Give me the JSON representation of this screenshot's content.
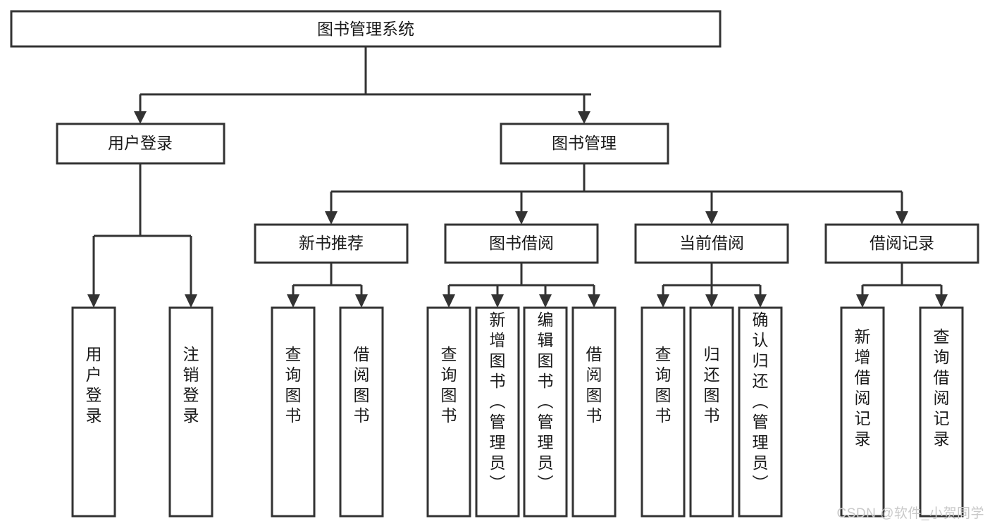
{
  "diagram": {
    "type": "tree-hierarchy-chart",
    "title": "图书管理系统",
    "watermark": "CSDN @软件_小贺同学",
    "colors": {
      "box_fill": "#ffffff",
      "box_stroke": "#333333",
      "text": "#1a1a1a",
      "background": "#ffffff",
      "watermark": "#c9c9c9"
    },
    "root": {
      "label": "图书管理系统",
      "orientation": "horizontal"
    },
    "level2": [
      {
        "label": "用户登录",
        "orientation": "horizontal"
      },
      {
        "label": "图书管理",
        "orientation": "horizontal"
      }
    ],
    "level3": [
      {
        "label": "新书推荐",
        "orientation": "horizontal",
        "parent": "图书管理"
      },
      {
        "label": "图书借阅",
        "orientation": "horizontal",
        "parent": "图书管理"
      },
      {
        "label": "当前借阅",
        "orientation": "horizontal",
        "parent": "图书管理"
      },
      {
        "label": "借阅记录",
        "orientation": "horizontal",
        "parent": "图书管理"
      }
    ],
    "leaves": {
      "用户登录": [
        {
          "label": "用户登录",
          "orientation": "vertical"
        },
        {
          "label": "注销登录",
          "orientation": "vertical"
        }
      ],
      "新书推荐": [
        {
          "label": "查询图书",
          "orientation": "vertical"
        },
        {
          "label": "借阅图书",
          "orientation": "vertical"
        }
      ],
      "图书借阅": [
        {
          "label": "查询图书",
          "orientation": "vertical"
        },
        {
          "label": "新增图书（管理员）",
          "orientation": "vertical"
        },
        {
          "label": "编辑图书（管理员）",
          "orientation": "vertical"
        },
        {
          "label": "借阅图书",
          "orientation": "vertical"
        }
      ],
      "当前借阅": [
        {
          "label": "查询图书",
          "orientation": "vertical"
        },
        {
          "label": "归还图书",
          "orientation": "vertical"
        },
        {
          "label": "确认归还（管理员）",
          "orientation": "vertical"
        }
      ],
      "借阅记录": [
        {
          "label": "新增借阅记录",
          "orientation": "vertical"
        },
        {
          "label": "查询借阅记录",
          "orientation": "vertical"
        }
      ]
    }
  }
}
